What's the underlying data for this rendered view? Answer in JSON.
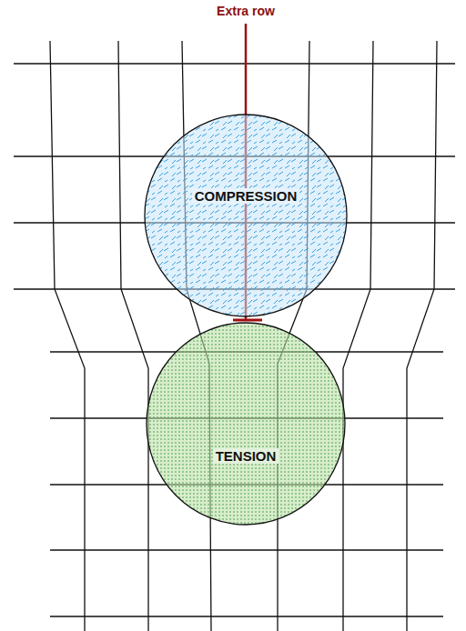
{
  "diagram": {
    "nodes": [
      {
        "text": [
          "COMPRESSION"
        ]
      },
      {
        "text": [
          "TENSION"
        ]
      }
    ],
    "labels": [
      "Extra row"
    ]
  }
}
